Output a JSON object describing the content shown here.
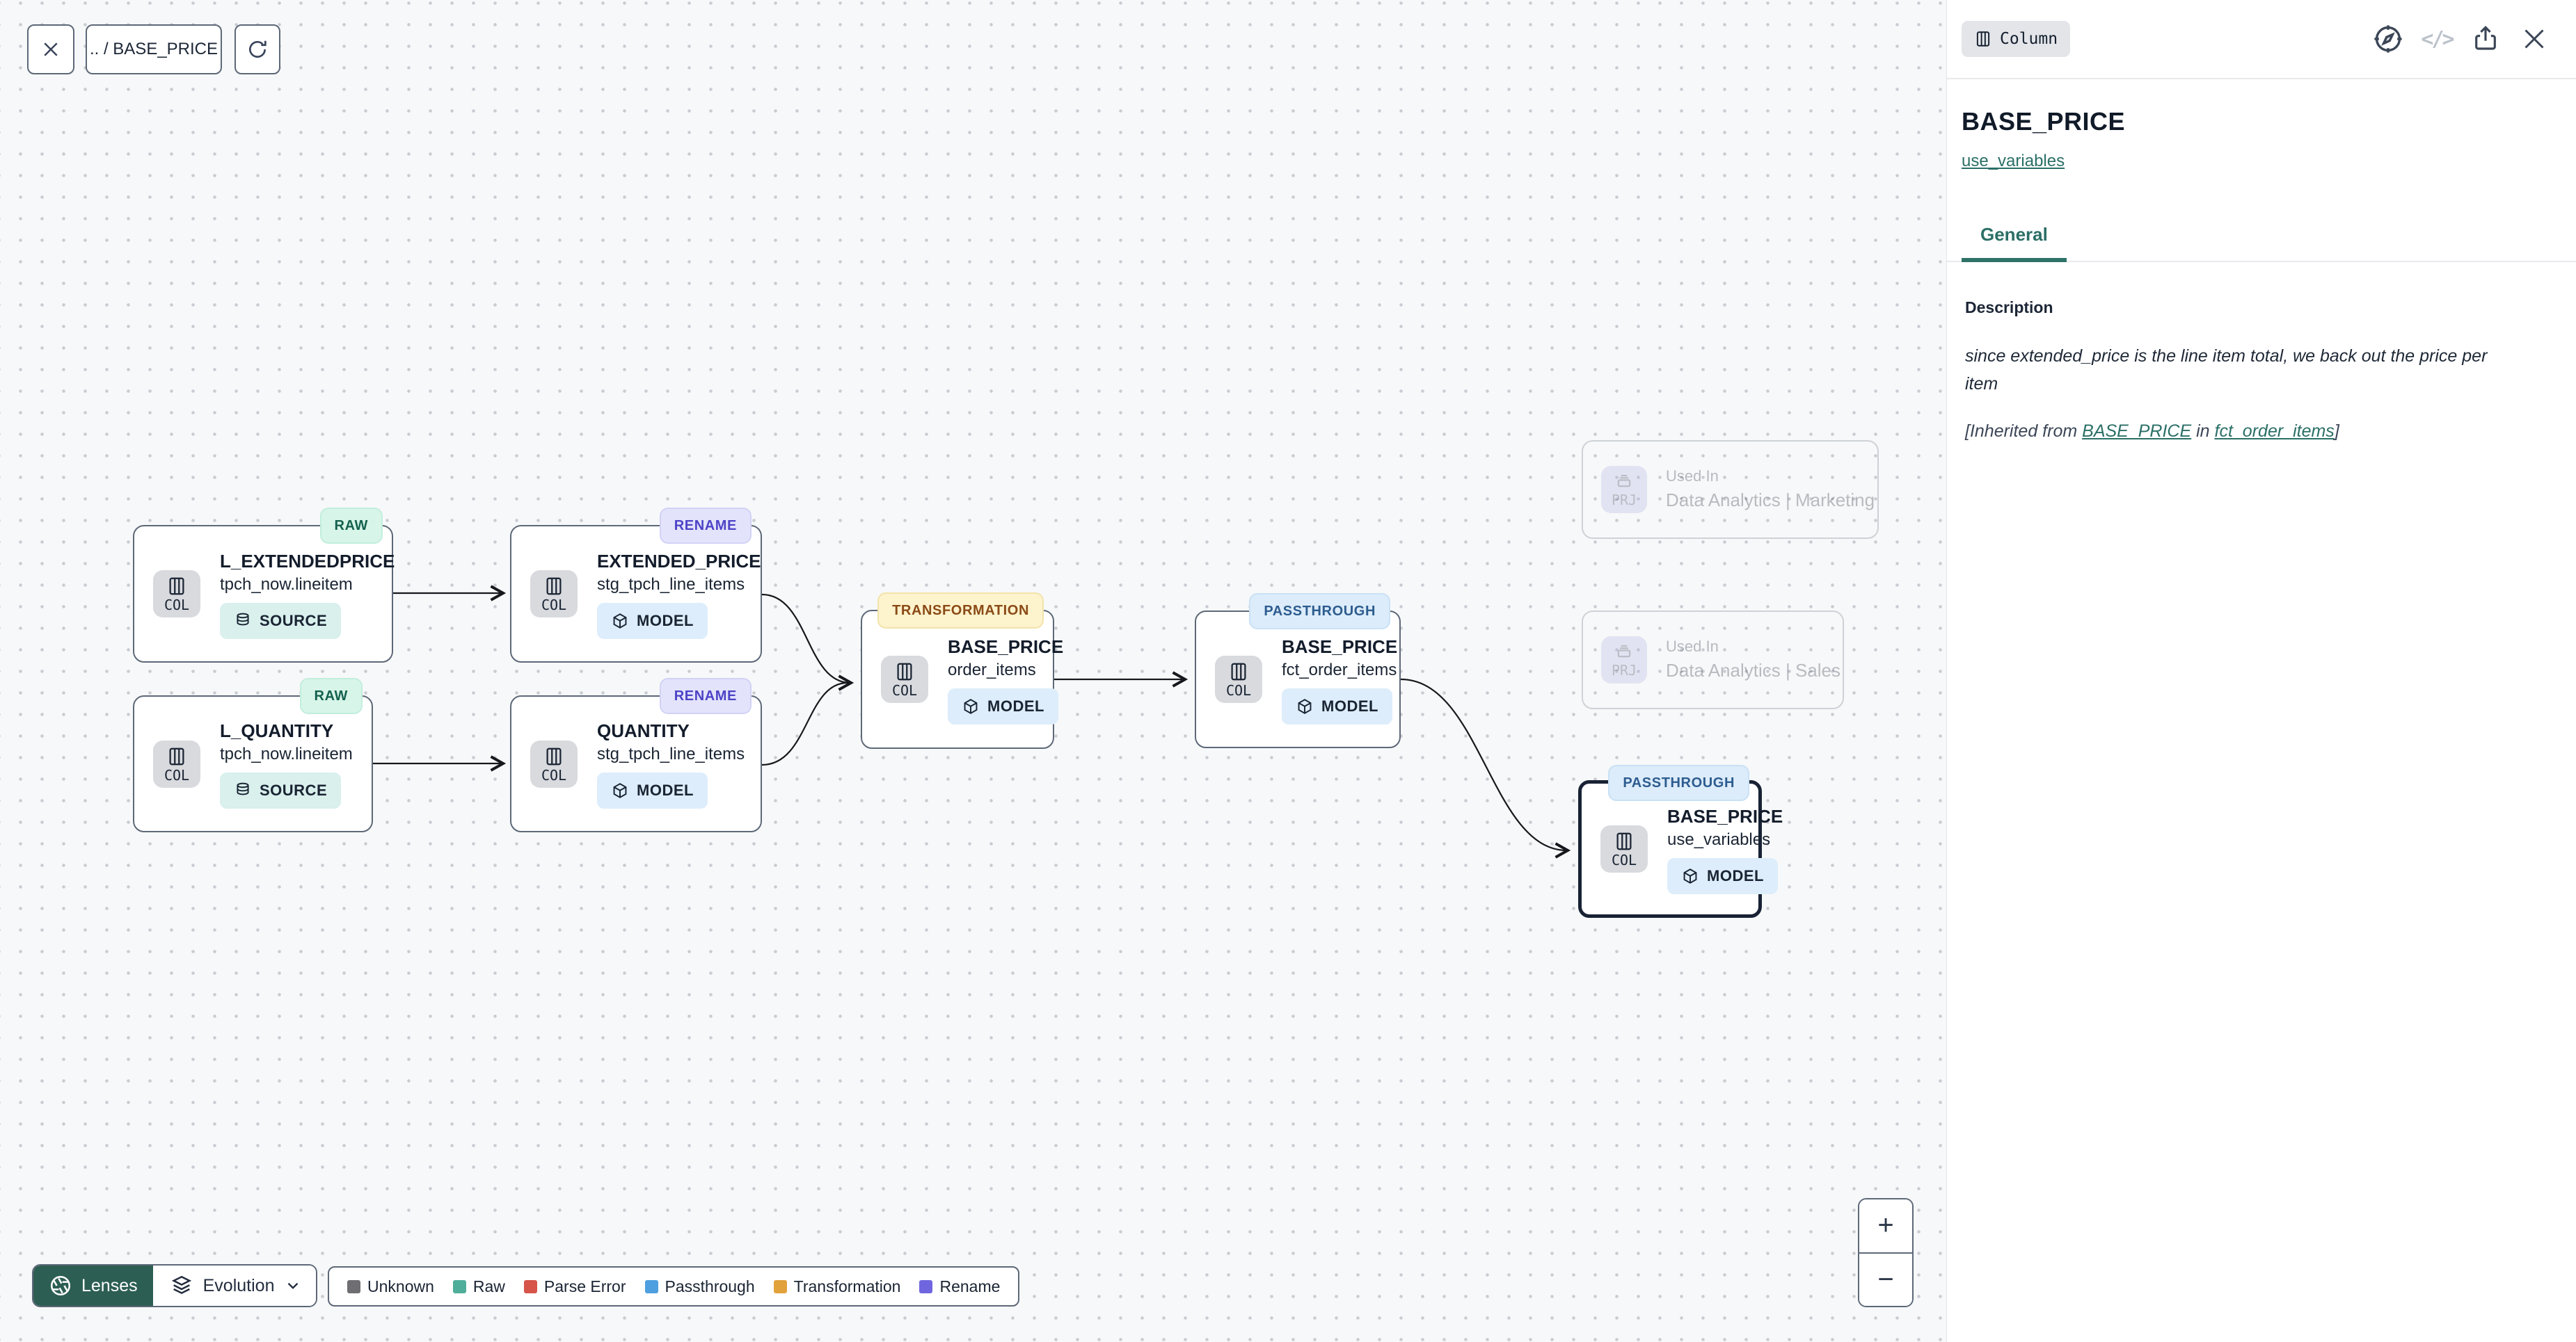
{
  "toolbar": {
    "breadcrumb": ".. / BASE_PRICE"
  },
  "graph": {
    "nodes": [
      {
        "badge": "RAW",
        "badge_type": "raw",
        "icon_label": "COL",
        "title": "L_EXTENDEDPRICE",
        "subtitle": "tpch_now.lineitem",
        "kind": "SOURCE",
        "kind_icon": "database",
        "selected": false
      },
      {
        "badge": "RAW",
        "badge_type": "raw",
        "icon_label": "COL",
        "title": "L_QUANTITY",
        "subtitle": "tpch_now.lineitem",
        "kind": "SOURCE",
        "kind_icon": "database",
        "selected": false
      },
      {
        "badge": "RENAME",
        "badge_type": "rename",
        "icon_label": "COL",
        "title": "EXTENDED_PRICE",
        "subtitle": "stg_tpch_line_items",
        "kind": "MODEL",
        "kind_icon": "cube",
        "selected": false
      },
      {
        "badge": "RENAME",
        "badge_type": "rename",
        "icon_label": "COL",
        "title": "QUANTITY",
        "subtitle": "stg_tpch_line_items",
        "kind": "MODEL",
        "kind_icon": "cube",
        "selected": false
      },
      {
        "badge": "TRANSFORMATION",
        "badge_type": "transformation",
        "icon_label": "COL",
        "title": "BASE_PRICE",
        "subtitle": "order_items",
        "kind": "MODEL",
        "kind_icon": "cube",
        "selected": false
      },
      {
        "badge": "PASSTHROUGH",
        "badge_type": "passthrough",
        "icon_label": "COL",
        "title": "BASE_PRICE",
        "subtitle": "fct_order_items",
        "kind": "MODEL",
        "kind_icon": "cube",
        "selected": false
      },
      {
        "badge": "PASSTHROUGH",
        "badge_type": "passthrough",
        "icon_label": "COL",
        "title": "BASE_PRICE",
        "subtitle": "use_variables",
        "kind": "MODEL",
        "kind_icon": "cube",
        "selected": true
      }
    ],
    "used_in": [
      {
        "icon_label": "PRJ",
        "label": "Used In",
        "name": "Data Analytics | Marketing"
      },
      {
        "icon_label": "PRJ",
        "label": "Used In",
        "name": "Data Analytics | Sales"
      }
    ]
  },
  "controls": {
    "lenses_label": "Lenses",
    "lens_selected": "Evolution",
    "zoom_in": "+",
    "zoom_out": "−"
  },
  "legend": [
    {
      "label": "Unknown",
      "color": "#6e6e73"
    },
    {
      "label": "Raw",
      "color": "#4fae9a"
    },
    {
      "label": "Parse Error",
      "color": "#d6544a"
    },
    {
      "label": "Passthrough",
      "color": "#4d9fdf"
    },
    {
      "label": "Transformation",
      "color": "#e2a23b"
    },
    {
      "label": "Rename",
      "color": "#6f66df"
    }
  ],
  "panel": {
    "type_badge": "Column",
    "title": "BASE_PRICE",
    "subtitle_link": "use_variables",
    "tabs": [
      {
        "label": "General",
        "active": true
      }
    ],
    "description_heading": "Description",
    "description": "since extended_price is the line item total, we back out the price per item",
    "inherited_prefix": "[Inherited from ",
    "inherited_link_column": "BASE_PRICE",
    "inherited_middle": " in ",
    "inherited_link_model": "fct_order_items",
    "inherited_suffix": "]"
  }
}
